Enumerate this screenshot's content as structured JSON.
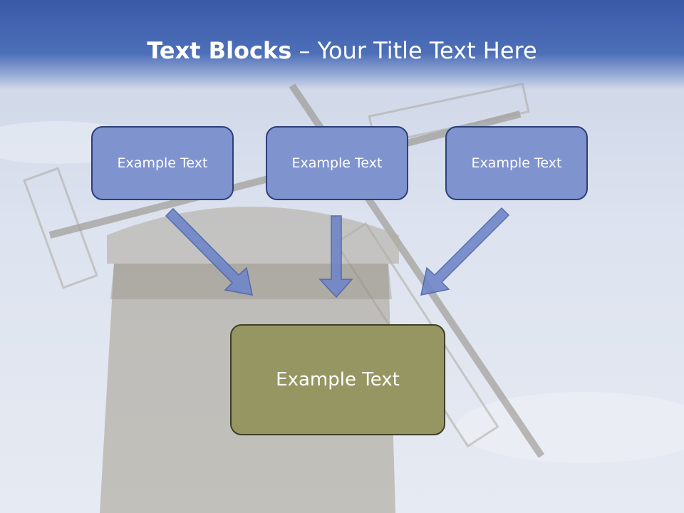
{
  "title": {
    "bold": "Text Blocks",
    "rest": " – Your Title Text Here"
  },
  "blocks": {
    "top": [
      "Example Text",
      "Example Text",
      "Example Text"
    ],
    "bottom": "Example Text"
  },
  "colors": {
    "header": "#3a5aa8",
    "top_box_fill": "#7f93cf",
    "top_box_border": "#2d3f78",
    "bottom_box_fill": "#969662",
    "arrow_fill": "#6f86c8"
  }
}
